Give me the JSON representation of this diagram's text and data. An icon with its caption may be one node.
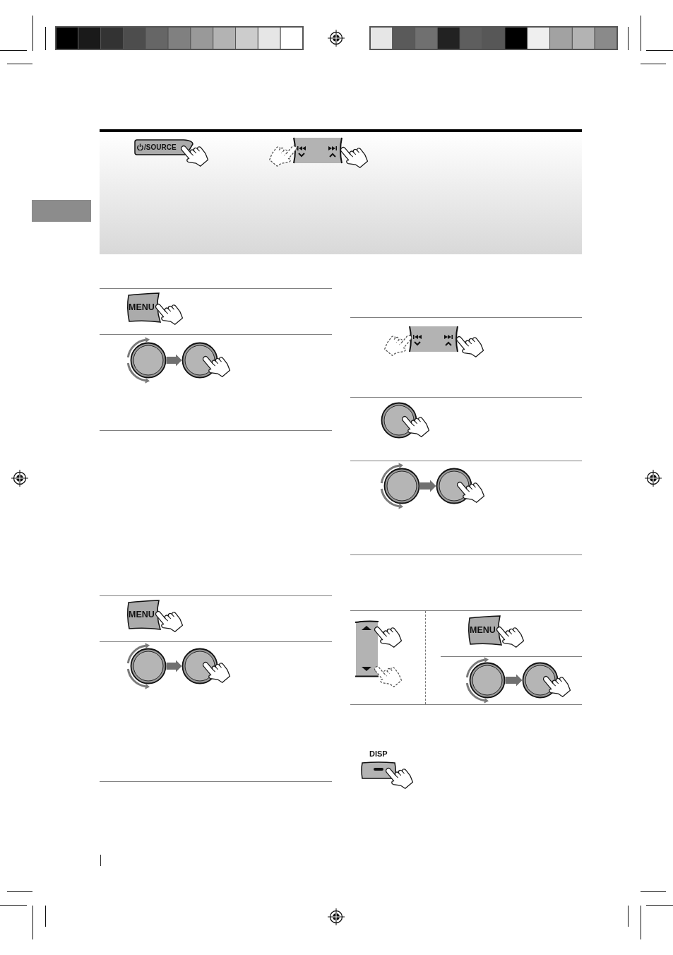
{
  "diagram": {
    "nodes": [
      {
        "text": [
          "/SOURCE"
        ]
      },
      {
        "text": [],
        "shape": "bar"
      },
      {
        "text": [
          "MENU"
        ]
      },
      {
        "text": [],
        "shape": "circle"
      },
      {
        "text": [],
        "shape": "circle"
      },
      {
        "text": [
          "MENU"
        ]
      },
      {
        "text": [],
        "shape": "circle"
      },
      {
        "text": [],
        "shape": "circle"
      },
      {
        "text": [],
        "shape": "circle"
      },
      {
        "text": [],
        "shape": "circle"
      },
      {
        "text": [],
        "shape": "circle"
      },
      {
        "text": [
          "MENU"
        ]
      },
      {
        "text": [],
        "shape": "circle"
      },
      {
        "text": [],
        "shape": "circle"
      },
      {
        "text": [
          "DISP"
        ]
      }
    ],
    "edges": [
      {
        "from": 3,
        "to": 4,
        "arrow": "to"
      },
      {
        "from": 6,
        "to": 7,
        "arrow": "to"
      },
      {
        "from": 9,
        "to": 10,
        "arrow": "to"
      },
      {
        "from": 12,
        "to": 13,
        "arrow": "to"
      }
    ]
  }
}
